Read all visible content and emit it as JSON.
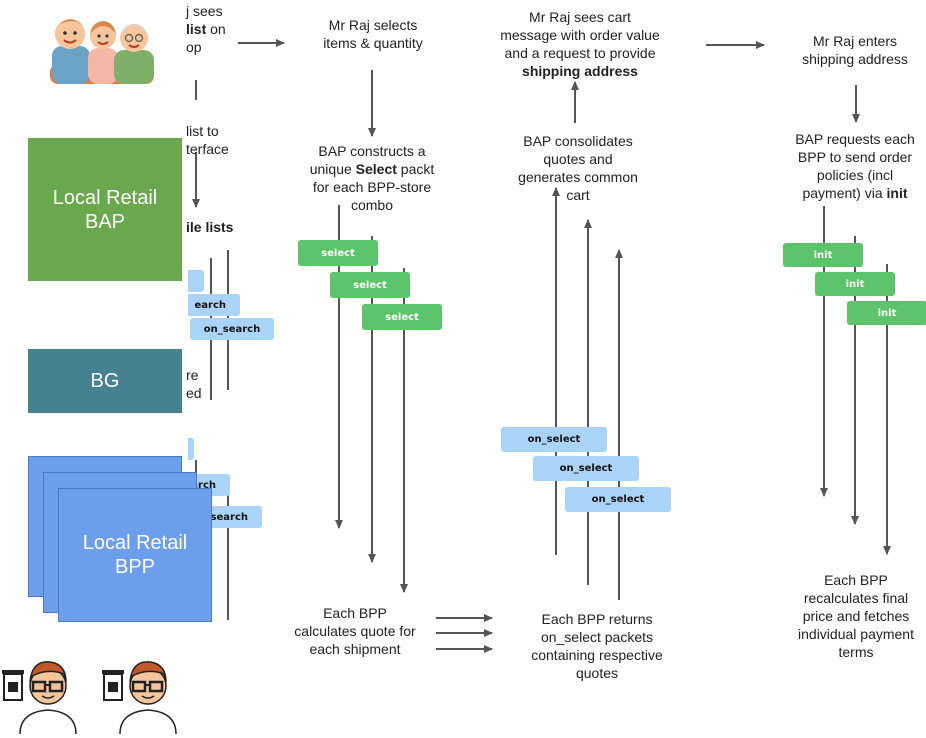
{
  "steps": {
    "s1_line1": "j sees",
    "s1_line2": "list",
    "s1_line2b": " on",
    "s1_line3": "op",
    "s2_line1": "Mr Raj selects",
    "s2_line2": "items & quantity",
    "s3_line1": "Mr Raj sees cart",
    "s3_line2": "message with order value",
    "s3_line3": "and a request to provide",
    "s3_line4": "shipping address",
    "s4_line1": "Mr Raj enters",
    "s4_line2": "shipping address",
    "left_a1": "list to",
    "left_a2": "terface",
    "left_b": "ile lists",
    "left_c1": "re",
    "left_c2": "ed",
    "bap_l1": "BAP constructs a",
    "bap_l2a": "unique ",
    "bap_l2b": "Select",
    "bap_l2c": " packt",
    "bap_l3": "for each BPP-store",
    "bap_l4": "combo",
    "cons_l1": "BAP consolidates",
    "cons_l2": "quotes and",
    "cons_l3": "generates common",
    "cons_l4": "cart",
    "req_l1": "BAP requests each",
    "req_l2": "BPP to send order",
    "req_l3": "policies (incl",
    "req_l4a": "payment) via ",
    "req_l4b": "init",
    "bpp_calc_l1": "Each BPP",
    "bpp_calc_l2": "calculates quote for",
    "bpp_calc_l3": "each shipment",
    "bpp_ret_l1": "Each BPP returns",
    "bpp_ret_l2": "on_select packets",
    "bpp_ret_l3": "containing respective",
    "bpp_ret_l4": "quotes",
    "bpp_recalc_l1": "Each BPP",
    "bpp_recalc_l2": "recalculates final",
    "bpp_recalc_l3": "price and fetches",
    "bpp_recalc_l4": "individual payment",
    "bpp_recalc_l5": "terms"
  },
  "roles": {
    "bap_l1": "Local Retail",
    "bap_l2": "BAP",
    "bg": "BG",
    "bpp_l1": "Local Retail",
    "bpp_l2": "BPP"
  },
  "pills": {
    "select": "select",
    "on_select": "on_select",
    "init": "init",
    "search_cut": "earch",
    "on_search": "on_search",
    "search_cut2": "arch",
    "on_search_cut": "_search"
  },
  "colors": {
    "bap": "#69a84f",
    "bg": "#45818e",
    "bpp": "#6d9eeb",
    "pill_green": "#5dc46b",
    "pill_blue": "#aad4f7",
    "arrow": "#555555"
  },
  "icons": {
    "family": "family-illustration-icon",
    "seller": "shopkeeper-icon"
  }
}
